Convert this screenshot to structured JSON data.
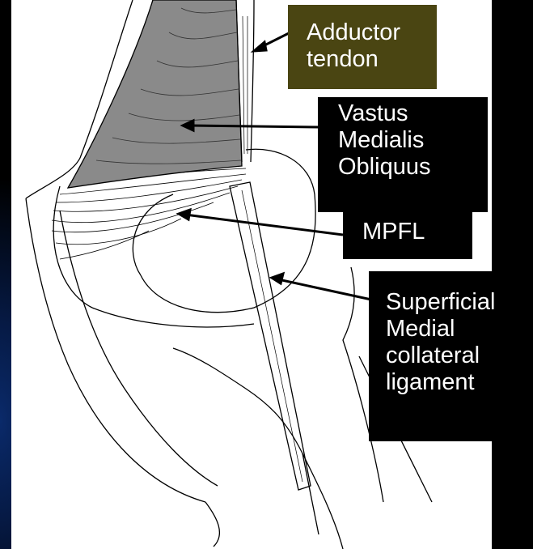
{
  "labels": {
    "adductor": [
      "Adductor",
      "tendon"
    ],
    "vmo": [
      "Vastus",
      "Medialis",
      "Obliquus"
    ],
    "mpfl": [
      "MPFL"
    ],
    "smcl": [
      "Superficial",
      "Medial",
      "collateral",
      "ligament"
    ]
  },
  "colors": {
    "background": "#000000",
    "adductor_box": "#4a4512",
    "label_box": "#000000",
    "label_text": "#ffffff",
    "muscle_fill": "#8a8a8a",
    "line": "#000000"
  }
}
